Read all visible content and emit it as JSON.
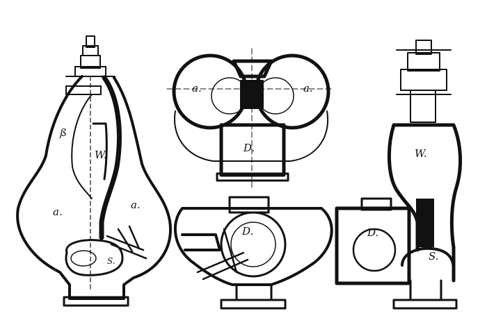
{
  "colors": {
    "ink": "#111111",
    "paper": "#ffffff"
  },
  "labels": {
    "left": {
      "a_top": "ß",
      "w": "W.",
      "a_left": "a.",
      "a_right": "a.",
      "s": "S."
    },
    "top": {
      "a_left": "a.",
      "a_right": "a.",
      "d": "D."
    },
    "bottom": {
      "d": "D."
    },
    "right": {
      "w": "W.",
      "d": "D.",
      "s": "S."
    }
  }
}
